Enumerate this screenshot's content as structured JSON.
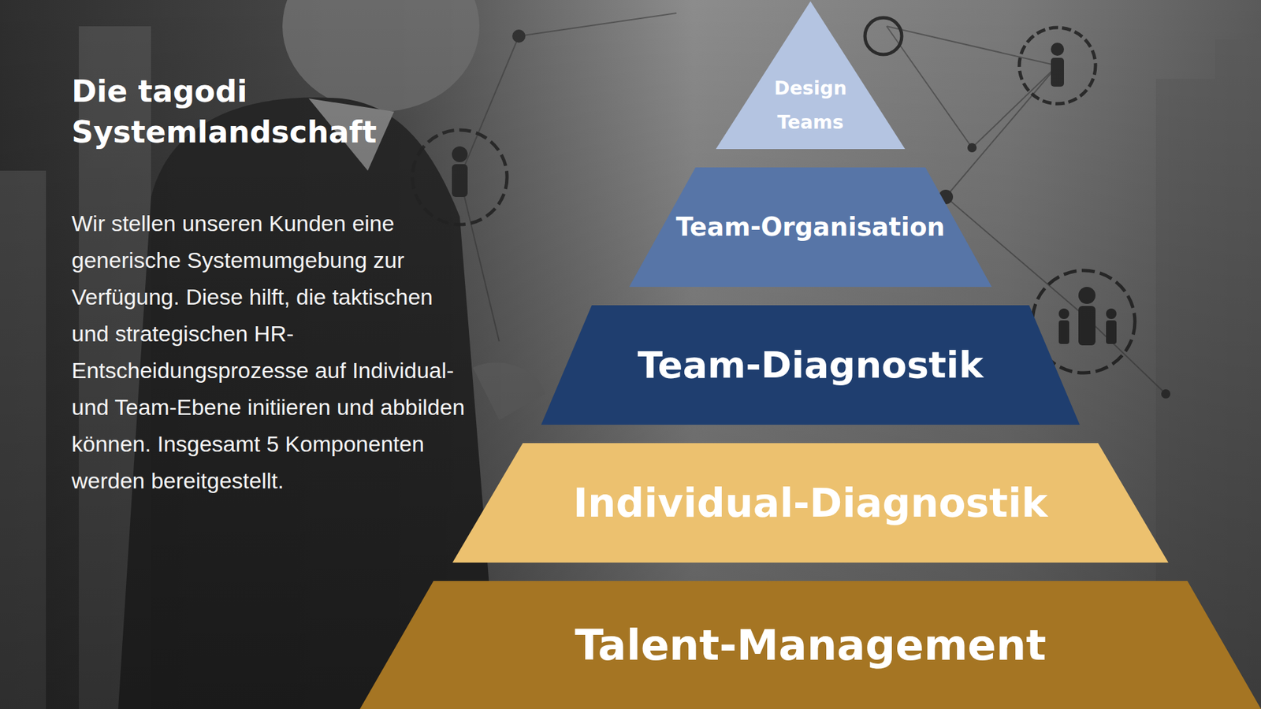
{
  "diagram": {
    "title": "Die tagodi Systemlandschaft",
    "nodes": [
      {
        "text": [
          "Design Teams"
        ]
      },
      {
        "text": [
          "Team-Organisation"
        ]
      },
      {
        "text": [
          "Team-Diagnostik"
        ]
      },
      {
        "text": [
          "Individual-Diagnostik"
        ]
      },
      {
        "text": [
          "Talent-Management"
        ]
      }
    ],
    "labels": [
      "Wir stellen unseren Kunden eine generische Systemumgebung zur Verfügung. Diese hilft, die taktischen und strategischen HR-Entscheidungsprozesse auf Individual- und Team-Ebene initiieren und abbilden können. Insgesamt 5 Komponenten werden bereitgestellt."
    ]
  }
}
